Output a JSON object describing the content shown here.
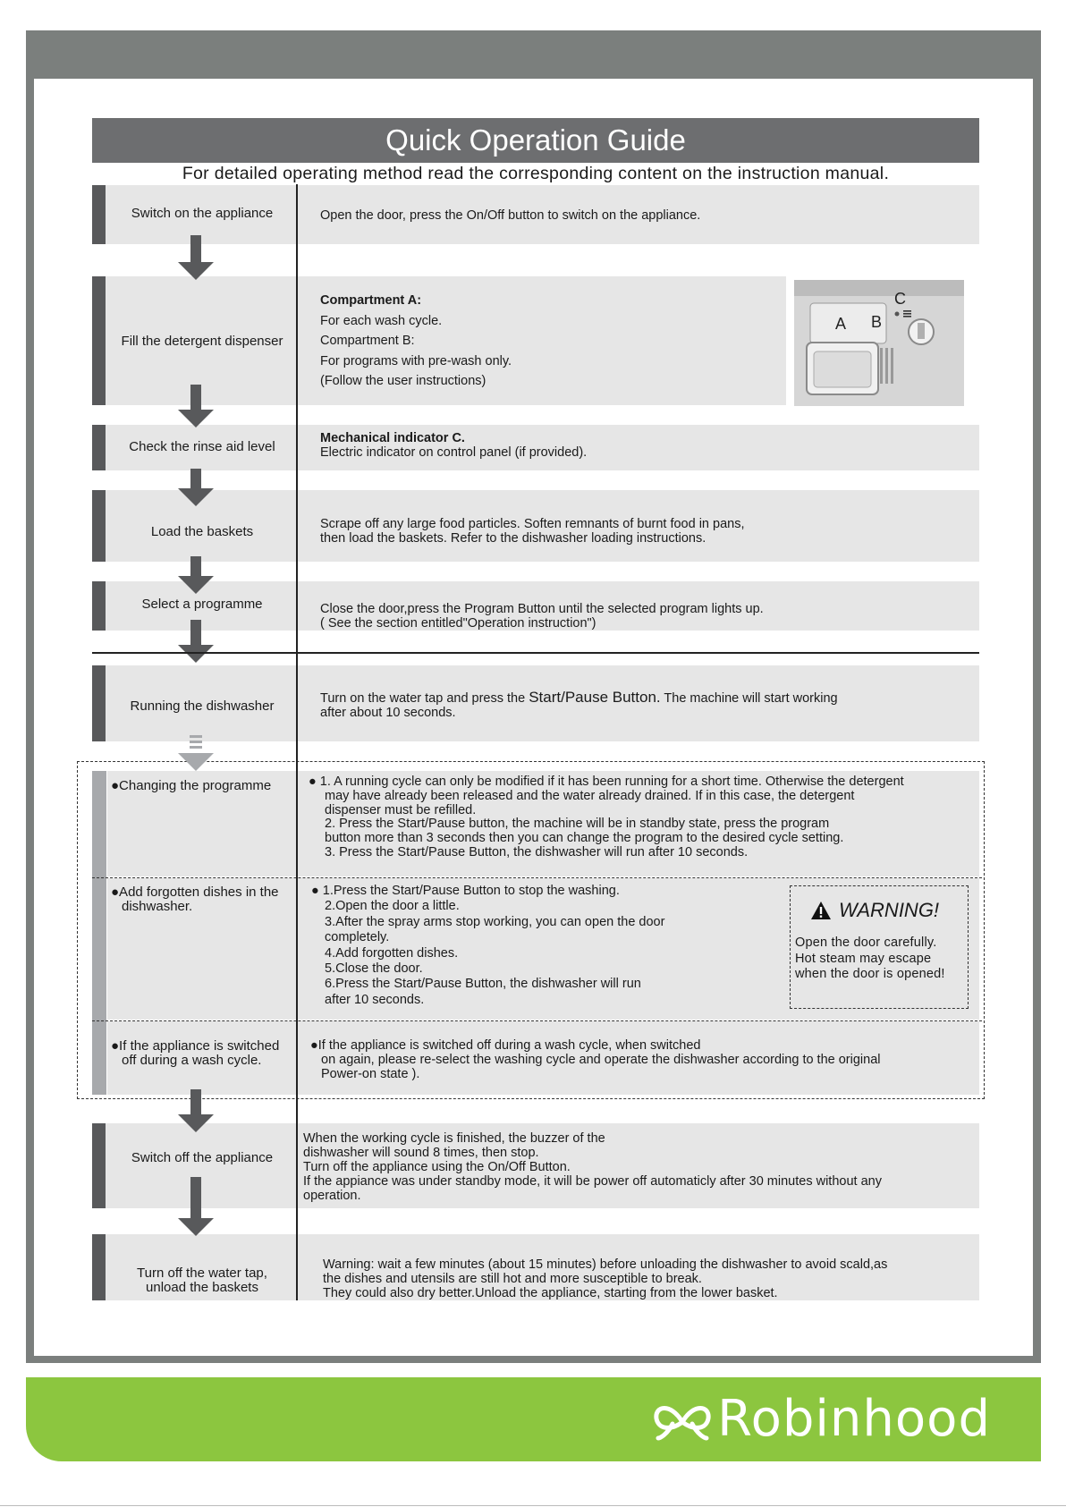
{
  "title": "Quick Operation Guide",
  "subtitle": "For detailed operating method read the corresponding content on the instruction manual.",
  "brand": "Robinhood",
  "steps": [
    {
      "label": "Switch on the appliance",
      "content": [
        "Open the door, press the On/Off button to switch on the appliance."
      ]
    },
    {
      "label": "Fill the detergent dispenser",
      "content": [
        "Compartment   A:",
        "For each wash cycle.",
        "Compartment   B:",
        "For programs with pre-wash only.",
        "(Follow the user instructions)"
      ]
    },
    {
      "label": "Check the rinse aid level",
      "content": [
        "Mechanical indicator  C.",
        "Electric indicator on control panel (if provided)."
      ]
    },
    {
      "label": "Load the baskets",
      "content": [
        "Scrape off any large food particles. Soften remnants of burnt food in pans,",
        "then load the baskets. Refer to the dishwasher loading instructions."
      ]
    },
    {
      "label": "Select a programme",
      "content": [
        "Close the door,press the Program Button until the selected program lights up.",
        "( See the section entitled\"Operation instruction\")"
      ]
    },
    {
      "label": "Running the dishwasher",
      "content_a": "Turn on the water tap and  press the ",
      "content_b": "Start/Pause Button.",
      "content_c": " The machine will start working",
      "content_d": "after about 10 seconds."
    },
    {
      "label": "Switch off the appliance",
      "content": [
        "When the working cycle is finished, the buzzer of the",
        "dishwasher will sound 8 times, then stop.",
        "Turn off the appliance using the On/Off Button.",
        "If the appiance was under standby mode, it will be power off automaticly after 30 minutes without any",
        "operation."
      ]
    },
    {
      "label_lines": [
        "Turn off the water tap,",
        "unload the baskets"
      ],
      "content": [
        "Warning: wait a few minutes (about 15 minutes) before unloading the dishwasher to avoid scald,as",
        "the dishes and utensils are still hot and more susceptible to break.",
        "They could also dry better.Unload the appliance, starting from the lower basket."
      ]
    }
  ],
  "substeps": [
    {
      "label_lines": [
        "●Changing the programme"
      ],
      "content": [
        "●  1. A running cycle can only be modified if it has been running for a short time. Otherwise the detergent",
        "may have already been released and the water already drained. If in this case, the detergent",
        "dispenser must be refilled.",
        "2. Press the Start/Pause button, the machine will be in standby state,  press the program",
        "button more than 3 seconds then you can change the program to the desired cycle setting.",
        "3. Press the Start/Pause Button, the dishwasher will run after 10 seconds."
      ]
    },
    {
      "label_lines": [
        "●Add forgotten dishes in the",
        "dishwasher."
      ],
      "content": [
        "● 1.Press the Start/Pause Button to stop the washing.",
        "2.Open the door a little.",
        "3.After the spray arms stop working, you can open the door",
        "completely.",
        "4.Add forgotten dishes.",
        "5.Close the door.",
        "6.Press the Start/Pause Button, the dishwasher will run",
        "after 10 seconds."
      ]
    },
    {
      "label_lines": [
        "●If the appliance is switched",
        "off during a wash cycle."
      ],
      "content": [
        "●If the appliance is switched off during a wash cycle, when switched",
        "on again, please re-select the washing cycle and operate the dishwasher according to the original",
        "Power-on state )."
      ]
    }
  ],
  "warning": {
    "title": "WARNING!",
    "lines": [
      "Open the door carefully.",
      "Hot steam may escape",
      "when the door is opened!"
    ]
  },
  "image_letters": [
    "A",
    "B",
    "C"
  ],
  "colors": {
    "frame": "#7b7f7d",
    "title_bar": "#6d6e70",
    "row_bg": "#e6e6e6",
    "accent_bar": "#58595b",
    "footer_green": "#8cc63f"
  }
}
